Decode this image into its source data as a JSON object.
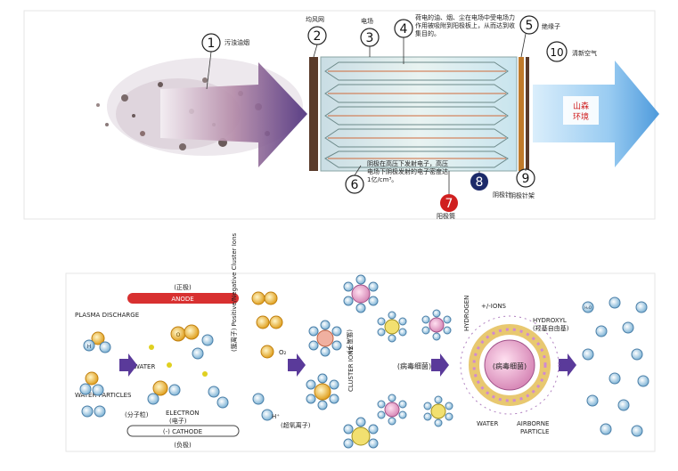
{
  "top": {
    "callouts": [
      {
        "num": "1",
        "text": "污浊油烟"
      },
      {
        "num": "2",
        "text": "均风网"
      },
      {
        "num": "3",
        "text": "电场"
      },
      {
        "num": "4",
        "text": "荷电的油、烟、尘在电场中受电场力作用被吸附到阳极板上，从而达到收集目的。"
      },
      {
        "num": "5",
        "text": "绝缘子"
      },
      {
        "num": "6",
        "text": "阴极在高压下发射电子，高压电场下阴极发射的电子密度达1亿/cm³。"
      },
      {
        "num": "7",
        "text": "阳极筒"
      },
      {
        "num": "8",
        "text": "阴极针"
      },
      {
        "num": "9",
        "text": "阴极针架"
      },
      {
        "num": "10",
        "text": "清新空气"
      }
    ],
    "watermark": "山森环境"
  },
  "bottom": {
    "anode_cn": "(正极)",
    "anode_en": "ANODE",
    "cathode_cn": "(负极)",
    "cathode_en": "(-) CATHODE",
    "plasma": "PLASMA DISCHARGE",
    "water": "WATER",
    "water_particles": "WATER PARTICLES",
    "molecule": "(分子粒)",
    "electron": "ELECTRON",
    "electron_cn": "(电子)",
    "superoxide_cn": "(超氧离子)",
    "cluster_ions": "CLUSTER IONS",
    "cluster_cn": "(簇离子)",
    "virus_cn": "(病毒细菌)",
    "ions": "+/-IONS",
    "hydrogen": "HYDROGEN",
    "hydroxyl": "HYDROXYL",
    "hydroxyl_cn": "(羟基自由基)",
    "airborne": "AIRBORNE",
    "particle": "PARTICLE",
    "vertical_text": "(簇离子) Positive/Negative Cluster Ions",
    "h_label": "H",
    "o_label": "O",
    "o2_label": "O₂",
    "hplus_label": "H⁺",
    "ho_label": "H₂O"
  },
  "colors": {
    "callout_dark": "#2a2a5a",
    "callout_red": "#d02020",
    "callout_navy": "#1c2a6a",
    "anode": "#d83030",
    "arrow_purple": "#5a3a9a",
    "clean_air": "#3a8fd8"
  }
}
